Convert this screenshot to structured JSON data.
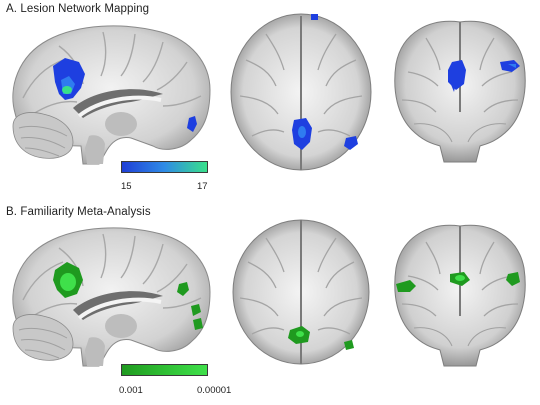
{
  "panel_a": {
    "title": "A.  Lesion Network Mapping",
    "colorbar": {
      "min_label": "15",
      "max_label": "17",
      "color_low": "#1f3fd6",
      "color_high": "#38e08a"
    }
  },
  "panel_b": {
    "title": "B.  Familiarity Meta-Analysis",
    "colorbar": {
      "min_label": "0.001",
      "max_label": "0.00001",
      "color_low": "#1f9a1f",
      "color_high": "#3fe04a"
    }
  },
  "views": [
    "sagittal",
    "axial",
    "coronal"
  ]
}
